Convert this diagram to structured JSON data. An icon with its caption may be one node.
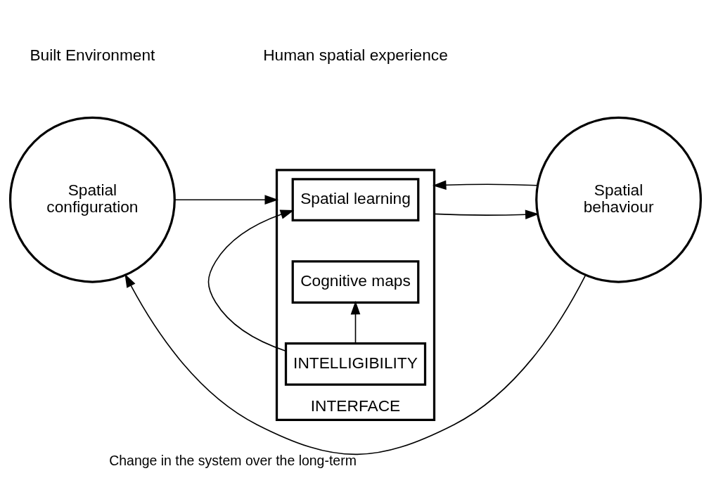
{
  "diagram": {
    "nodes": [
      {
        "text": [
          "Spatial configuration"
        ]
      },
      {
        "text": [
          "INTERFACE"
        ]
      },
      {
        "text": [
          "Spatial learning"
        ],
        "in": 1
      },
      {
        "text": [
          "INTELLIGIBILITY"
        ],
        "in": 1
      },
      {
        "text": [
          "Cognitive maps"
        ],
        "in": 1
      },
      {
        "text": [
          "Spatial behaviour"
        ]
      }
    ],
    "edges": [
      {
        "from": 0,
        "to": 1,
        "arrow": "to"
      },
      {
        "from": 3,
        "to": 2,
        "arrow": "to"
      },
      {
        "from": 3,
        "to": 4,
        "arrow": "to"
      },
      {
        "from": 1,
        "to": 5,
        "arrow": "to"
      },
      {
        "from": 5,
        "to": 1,
        "arrow": "to"
      },
      {
        "from": 5,
        "to": 0,
        "arrow": "to",
        "label": "Change in the system over the long-term"
      }
    ],
    "labels": [
      "Built Environment",
      "Human spatial experience"
    ]
  }
}
